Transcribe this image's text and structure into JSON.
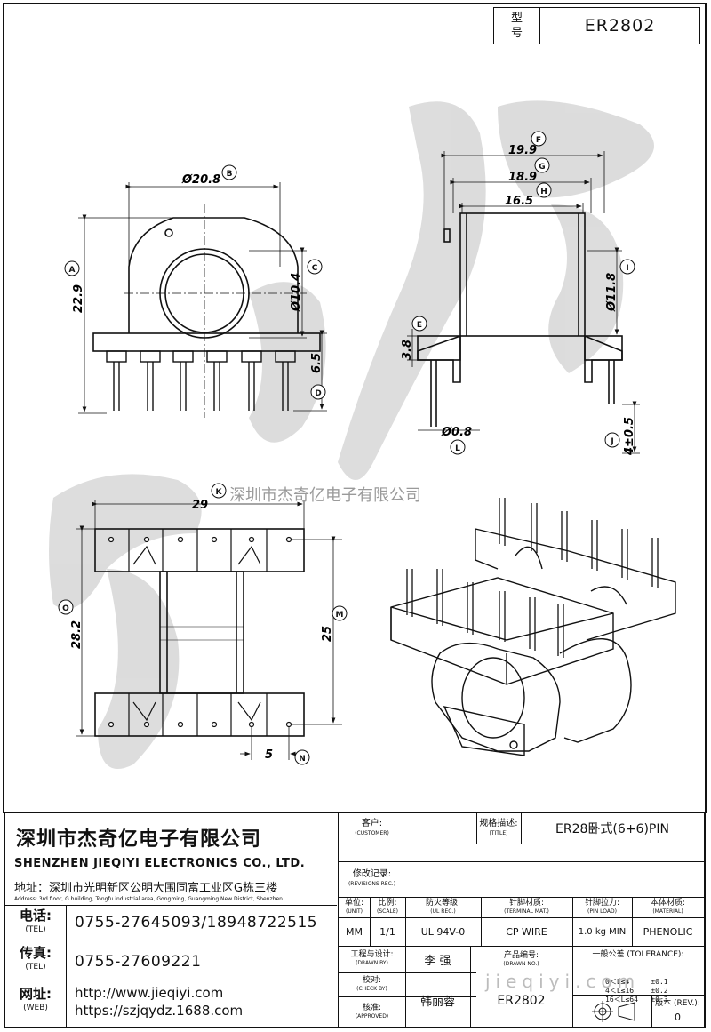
{
  "model": {
    "label_line1": "型",
    "label_line2": "号",
    "value": "ER2802"
  },
  "watermark": {
    "site_text": "深圳市杰奇亿电子有限公司",
    "bottom_text": "jieqiyi.com"
  },
  "dimensions": {
    "B": "Ø20.8",
    "A": "22.9",
    "C": "Ø10.4",
    "D": "6.5",
    "F": "19.9",
    "G": "18.9",
    "H": "16.5",
    "I": "Ø11.8",
    "E": "3.8",
    "L": "Ø0.8",
    "J": "4±0.5",
    "K": "29",
    "O": "28.2",
    "M": "25",
    "N": "5"
  },
  "markers": [
    "A",
    "B",
    "C",
    "D",
    "E",
    "F",
    "G",
    "H",
    "I",
    "J",
    "K",
    "L",
    "M",
    "N",
    "O"
  ],
  "company": {
    "name_cn": "深圳市杰奇亿电子有限公司",
    "name_en": "SHENZHEN JIEQIYI ELECTRONICS CO., LTD.",
    "address_cn": "地址：深圳市光明新区公明大围同富工业区G栋三楼",
    "address_en": "Address: 3rd floor, G building, Tongfu industrial area, Gongming, Guangming New District, Shenzhen.",
    "tel_label": "电话:",
    "tel_sub": "(TEL)",
    "tel": "0755-27645093/18948722515",
    "fax_label": "传真:",
    "fax_sub": "(TEL)",
    "fax": "0755-27609221",
    "web_label": "网址:",
    "web_sub": "(WEB)",
    "web1": "http://www.jieqiyi.com",
    "web2": "https://szjqydz.1688.com"
  },
  "table": {
    "customer_label": "客户:",
    "customer_sub": "(CUSTOMER)",
    "title_label": "规格描述:",
    "title_sub": "(TITLE)",
    "title_value": "ER28卧式(6+6)PIN",
    "revisions_label": "修改记录:",
    "revisions_sub": "(REVISIONS REC.)",
    "unit_label": "单位:",
    "unit_sub": "(UNIT)",
    "unit_value": "MM",
    "scale_label": "比例:",
    "scale_sub": "(SCALE)",
    "scale_value": "1/1",
    "ul_label": "防火等级:",
    "ul_sub": "(UL REC.)",
    "ul_value": "UL 94V-0",
    "terminal_label": "针脚材质:",
    "terminal_sub": "(TERMINAL MAT.)",
    "terminal_value": "CP WIRE",
    "pinload_label": "针脚拉力:",
    "pinload_sub": "(PIN LOAD)",
    "pinload_value": "1.0 kg MIN",
    "material_label": "本体材质:",
    "material_sub": "(MATERIAL)",
    "material_value": "PHENOLIC",
    "drawn_label": "工程与设计:",
    "drawn_sub": "(DRAWN BY)",
    "drawn_value": "李 强",
    "check_label": "校对:",
    "check_sub": "(CHECK BY)",
    "approved_label": "核准:",
    "approved_sub": "(APPROVED)",
    "approved_value": "韩丽蓉",
    "drawno_label": "产品编号:",
    "drawno_sub": "(DRAWN NO.)",
    "drawno_value": "ER2802",
    "tolerance_label": "一般公差 (TOLERANCE):",
    "tol_row1": "0＜L≤4     ±0.1",
    "tol_row2": "4＜L≤16    ±0.2",
    "tol_row3": "16＜L≤64   ±0.3",
    "rev_label": "版本 (REV.):",
    "rev_value": "0"
  }
}
